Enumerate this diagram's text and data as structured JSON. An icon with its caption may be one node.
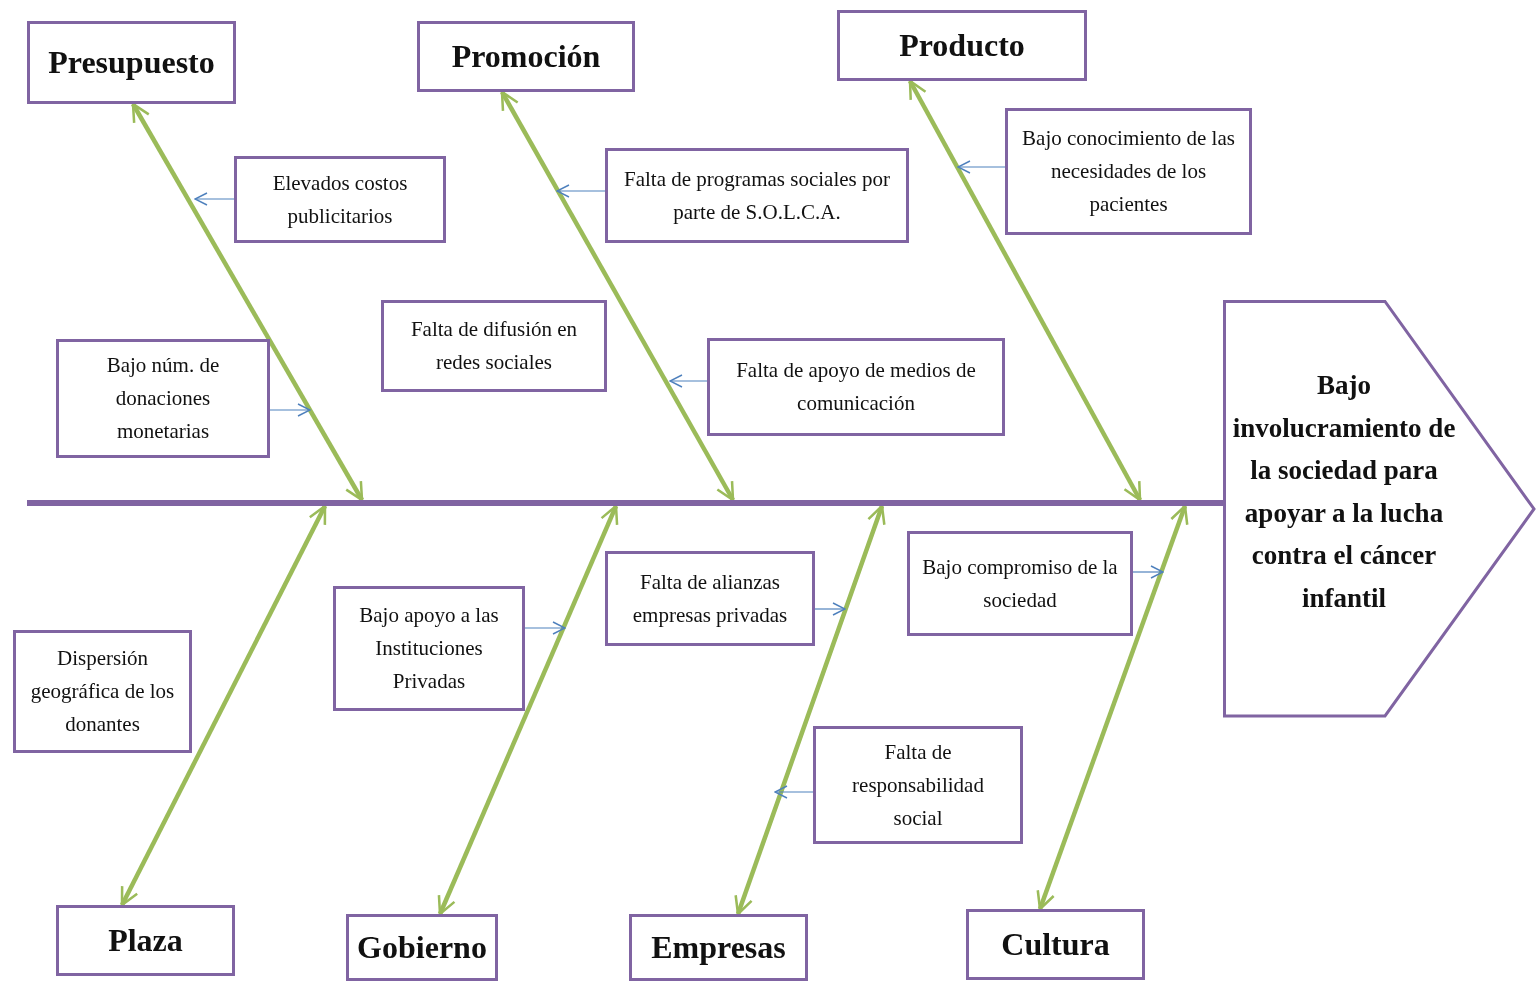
{
  "diagram": {
    "nodes": [
      {
        "text": [
          "Presupuesto"
        ]
      },
      {
        "text": [
          "Promoción"
        ]
      },
      {
        "text": [
          "Producto"
        ]
      },
      {
        "text": [
          "Elevados costos publicitarios"
        ]
      },
      {
        "text": [
          "Falta de programas sociales por parte de S.O.L.C.A."
        ]
      },
      {
        "text": [
          "Bajo conocimiento de las necesidades de los pacientes"
        ]
      },
      {
        "text": [
          "Falta de difusión en redes sociales"
        ]
      },
      {
        "text": [
          "Bajo núm. de donaciones monetarias"
        ]
      },
      {
        "text": [
          "Falta de apoyo de medios de comunicación"
        ]
      },
      {
        "text": [
          "Bajo involucramiento de la sociedad para apoyar a la lucha contra el cáncer infantil"
        ]
      },
      {
        "text": [],
        "shape": "bar"
      },
      {
        "text": [
          "Bajo compromiso de la sociedad"
        ]
      },
      {
        "text": [
          "Falta de alianzas empresas privadas"
        ]
      },
      {
        "text": [
          "Bajo apoyo a las Instituciones Privadas"
        ]
      },
      {
        "text": [
          "Dispersión geográfica de los donantes"
        ]
      },
      {
        "text": [
          "Falta de responsabilidad social"
        ]
      },
      {
        "text": [
          "Plaza"
        ]
      },
      {
        "text": [
          "Gobierno"
        ]
      },
      {
        "text": [
          "Empresas"
        ]
      },
      {
        "text": [
          "Cultura"
        ]
      }
    ],
    "edges": [
      {
        "from": 10,
        "to": 0,
        "arrow": "both",
        "style": "thick",
        "color": "#9bbb59"
      },
      {
        "from": 10,
        "to": 1,
        "arrow": "both",
        "style": "thick",
        "color": "#9bbb59"
      },
      {
        "from": 10,
        "to": 2,
        "arrow": "both",
        "style": "thick",
        "color": "#9bbb59"
      },
      {
        "from": 10,
        "to": 16,
        "arrow": "both",
        "style": "thick",
        "color": "#9bbb59"
      },
      {
        "from": 10,
        "to": 17,
        "arrow": "both",
        "style": "thick",
        "color": "#9bbb59"
      },
      {
        "from": 10,
        "to": 18,
        "arrow": "both",
        "style": "thick",
        "color": "#9bbb59"
      },
      {
        "from": 10,
        "to": 19,
        "arrow": "both",
        "style": "thick",
        "color": "#9bbb59"
      },
      {
        "from": 3,
        "to": null,
        "arrow": "to",
        "color": "#4f81bd"
      },
      {
        "from": 4,
        "to": null,
        "arrow": "to",
        "color": "#4f81bd"
      },
      {
        "from": 5,
        "to": null,
        "arrow": "to",
        "color": "#4f81bd"
      },
      {
        "from": 7,
        "to": null,
        "arrow": "to",
        "color": "#4f81bd"
      },
      {
        "from": 8,
        "to": null,
        "arrow": "to",
        "color": "#4f81bd"
      },
      {
        "from": 11,
        "to": null,
        "arrow": "to",
        "color": "#4f81bd"
      },
      {
        "from": 12,
        "to": null,
        "arrow": "to",
        "color": "#4f81bd"
      },
      {
        "from": 13,
        "to": null,
        "arrow": "to",
        "color": "#4f81bd"
      },
      {
        "from": 15,
        "to": null,
        "arrow": "to",
        "color": "#4f81bd"
      }
    ]
  }
}
